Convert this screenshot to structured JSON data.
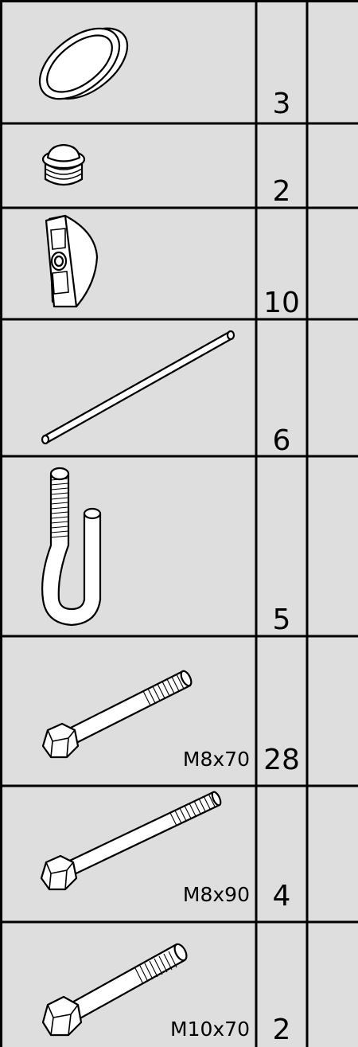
{
  "parts": [
    {
      "icon": "ring-cap-icon",
      "quantity": "3",
      "size": ""
    },
    {
      "icon": "threaded-plug-icon",
      "quantity": "2",
      "size": ""
    },
    {
      "icon": "clamp-bracket-icon",
      "quantity": "10",
      "size": ""
    },
    {
      "icon": "rod-icon",
      "quantity": "6",
      "size": ""
    },
    {
      "icon": "j-hook-bolt-icon",
      "quantity": "5",
      "size": ""
    },
    {
      "icon": "hex-bolt-icon",
      "quantity": "28",
      "size": "M8x70"
    },
    {
      "icon": "hex-bolt-icon",
      "quantity": "4",
      "size": "M8x90"
    },
    {
      "icon": "hex-bolt-icon",
      "quantity": "2",
      "size": "M10x70"
    }
  ],
  "colors": {
    "background": "#dedede",
    "lines": "#000000"
  }
}
